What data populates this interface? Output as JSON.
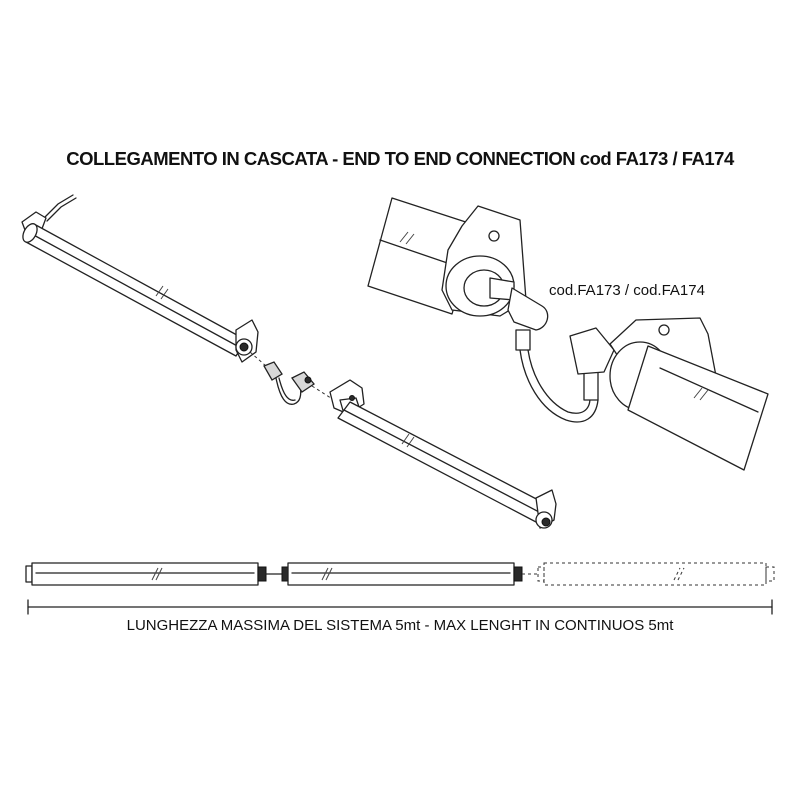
{
  "title": "COLLEGAMENTO IN CASCATA - END TO END CONNECTION cod FA173 / FA174",
  "callout": "cod.FA173 / cod.FA174",
  "caption": "LUNGHEZZA MASSIMA DEL SISTEMA 5mt - MAX LENGHT IN CONTINUOS 5mt"
}
